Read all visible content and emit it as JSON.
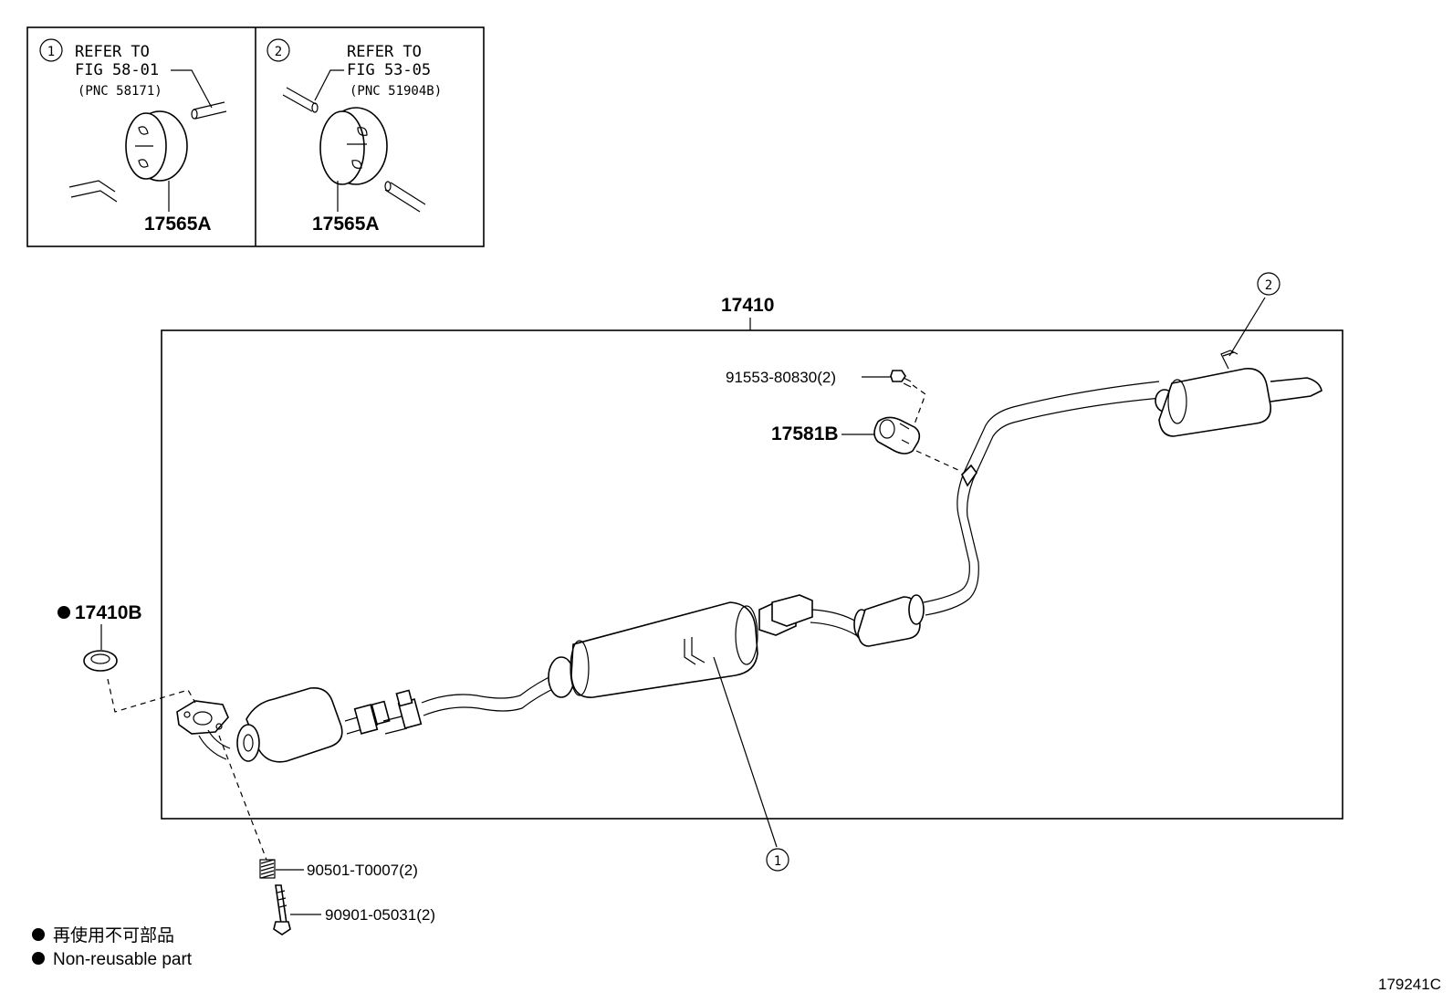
{
  "inset": {
    "left": {
      "marker": "1",
      "refer_line1": "REFER TO",
      "refer_line2": "FIG 58-01",
      "pnc": "(PNC 58171)",
      "part": "17565A"
    },
    "right": {
      "marker": "2",
      "refer_line1": "REFER TO",
      "refer_line2": "FIG 53-05",
      "pnc": "(PNC 51904B)",
      "part": "17565A"
    }
  },
  "main": {
    "assembly": "17410",
    "callout_1": "1",
    "callout_2": "2",
    "bolt_top": "91553-80830(2)",
    "hanger": "17581B",
    "gasket": "17410B",
    "spring": "90501-T0007(2)",
    "bolt_bottom": "90901-05031(2)"
  },
  "legend": {
    "line1": "再使用不可部品",
    "line2": "Non-reusable part"
  },
  "figure_code": "179241C"
}
